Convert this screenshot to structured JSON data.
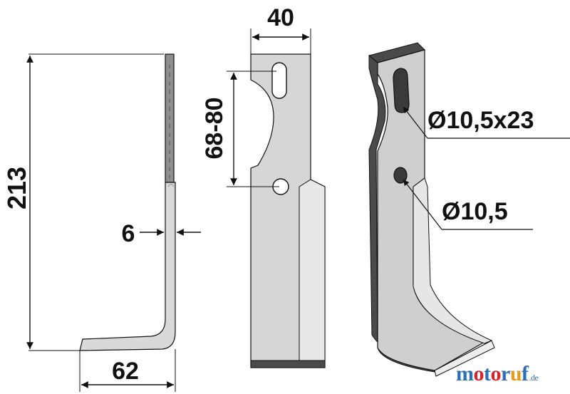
{
  "dimensions": {
    "height": "213",
    "bottom_width": "62",
    "thickness": "6",
    "blade_width": "40",
    "hole_spacing": "68-80",
    "slot_diameter": "Ø10,5x23",
    "hole_diameter": "Ø10,5"
  },
  "brand": {
    "letters": [
      "m",
      "o",
      "t",
      "o",
      "r",
      "u",
      "f"
    ],
    "letter_colors": [
      "#2a6fb8",
      "#d8232a",
      "#2a6fb8",
      "#d8232a",
      "#2a6fb8",
      "#e69a1a",
      "#2a6fb8"
    ],
    "tld": ".de"
  },
  "colors": {
    "blade_face": "#d6d6d6",
    "blade_edge": "#9a9a9a",
    "blade_dark": "#4a4a4a",
    "line": "#111111"
  }
}
